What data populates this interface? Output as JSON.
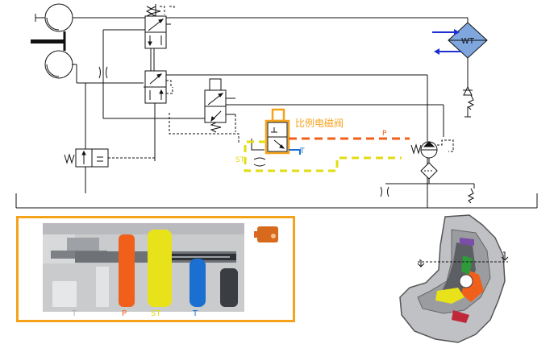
{
  "diagram": {
    "heat_exchanger_label": "WT",
    "proportional_valve_label": "比例电磁阀",
    "line_labels": {
      "pressure": "P",
      "tank": "T",
      "control": "ST"
    }
  },
  "valve_panel": {
    "port_labels": [
      "T",
      "P",
      "ST",
      "T"
    ]
  },
  "colors": {
    "pressure_line": "#f0601a",
    "control_line": "#e2dc10",
    "tank_line": "#1a6fd0",
    "highlight_frame": "#f5a31a",
    "flow_arrow": "#1f2fd0"
  }
}
